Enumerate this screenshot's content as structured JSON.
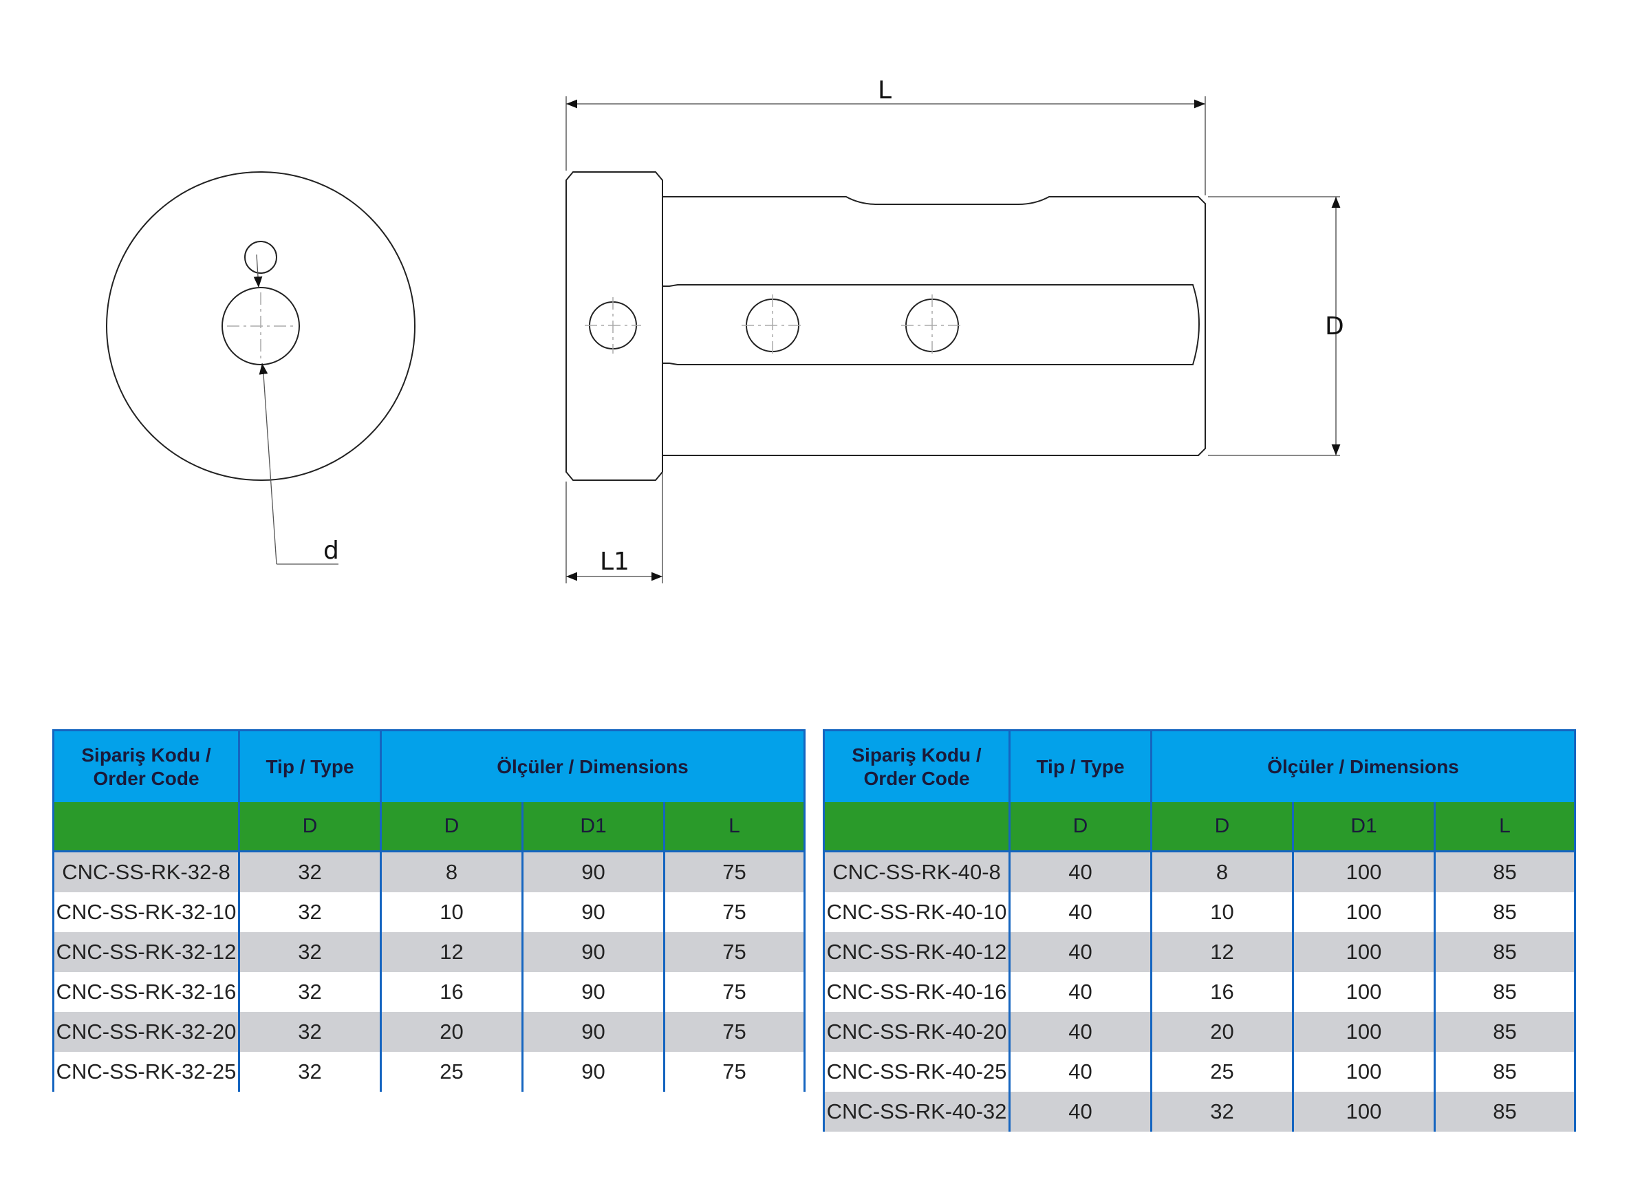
{
  "drawing": {
    "dimension_labels": {
      "L": "L",
      "D": "D",
      "d": "d",
      "L1": "L1"
    }
  },
  "tables": [
    {
      "headers": {
        "order_code": "Sipariş Kodu / Order Code",
        "order_code_line1": "Sipariş Kodu /",
        "order_code_line2": "Order Code",
        "type": "Tip / Type",
        "dimensions": "Ölçüler / Dimensions"
      },
      "subheaders": {
        "code": "",
        "type": "D",
        "dim1": "D",
        "dim2": "D1",
        "dim3": "L"
      },
      "rows": [
        {
          "code": "CNC-SS-RK-32-8",
          "type_D": "32",
          "D": "8",
          "D1": "90",
          "L": "75"
        },
        {
          "code": "CNC-SS-RK-32-10",
          "type_D": "32",
          "D": "10",
          "D1": "90",
          "L": "75"
        },
        {
          "code": "CNC-SS-RK-32-12",
          "type_D": "32",
          "D": "12",
          "D1": "90",
          "L": "75"
        },
        {
          "code": "CNC-SS-RK-32-16",
          "type_D": "32",
          "D": "16",
          "D1": "90",
          "L": "75"
        },
        {
          "code": "CNC-SS-RK-32-20",
          "type_D": "32",
          "D": "20",
          "D1": "90",
          "L": "75"
        },
        {
          "code": "CNC-SS-RK-32-25",
          "type_D": "32",
          "D": "25",
          "D1": "90",
          "L": "75"
        }
      ]
    },
    {
      "headers": {
        "order_code": "Sipariş Kodu / Order Code",
        "order_code_line1": "Sipariş Kodu /",
        "order_code_line2": "Order Code",
        "type": "Tip / Type",
        "dimensions": "Ölçüler / Dimensions"
      },
      "subheaders": {
        "code": "",
        "type": "D",
        "dim1": "D",
        "dim2": "D1",
        "dim3": "L"
      },
      "rows": [
        {
          "code": "CNC-SS-RK-40-8",
          "type_D": "40",
          "D": "8",
          "D1": "100",
          "L": "85"
        },
        {
          "code": "CNC-SS-RK-40-10",
          "type_D": "40",
          "D": "10",
          "D1": "100",
          "L": "85"
        },
        {
          "code": "CNC-SS-RK-40-12",
          "type_D": "40",
          "D": "12",
          "D1": "100",
          "L": "85"
        },
        {
          "code": "CNC-SS-RK-40-16",
          "type_D": "40",
          "D": "16",
          "D1": "100",
          "L": "85"
        },
        {
          "code": "CNC-SS-RK-40-20",
          "type_D": "40",
          "D": "20",
          "D1": "100",
          "L": "85"
        },
        {
          "code": "CNC-SS-RK-40-25",
          "type_D": "40",
          "D": "25",
          "D1": "100",
          "L": "85"
        },
        {
          "code": "CNC-SS-RK-40-32",
          "type_D": "40",
          "D": "32",
          "D1": "100",
          "L": "85"
        }
      ]
    }
  ],
  "colors": {
    "header_blue": "#03a1ea",
    "subheader_green": "#2a9a2a",
    "row_gray": "#cfd0d4",
    "border_blue": "#1565c0"
  }
}
